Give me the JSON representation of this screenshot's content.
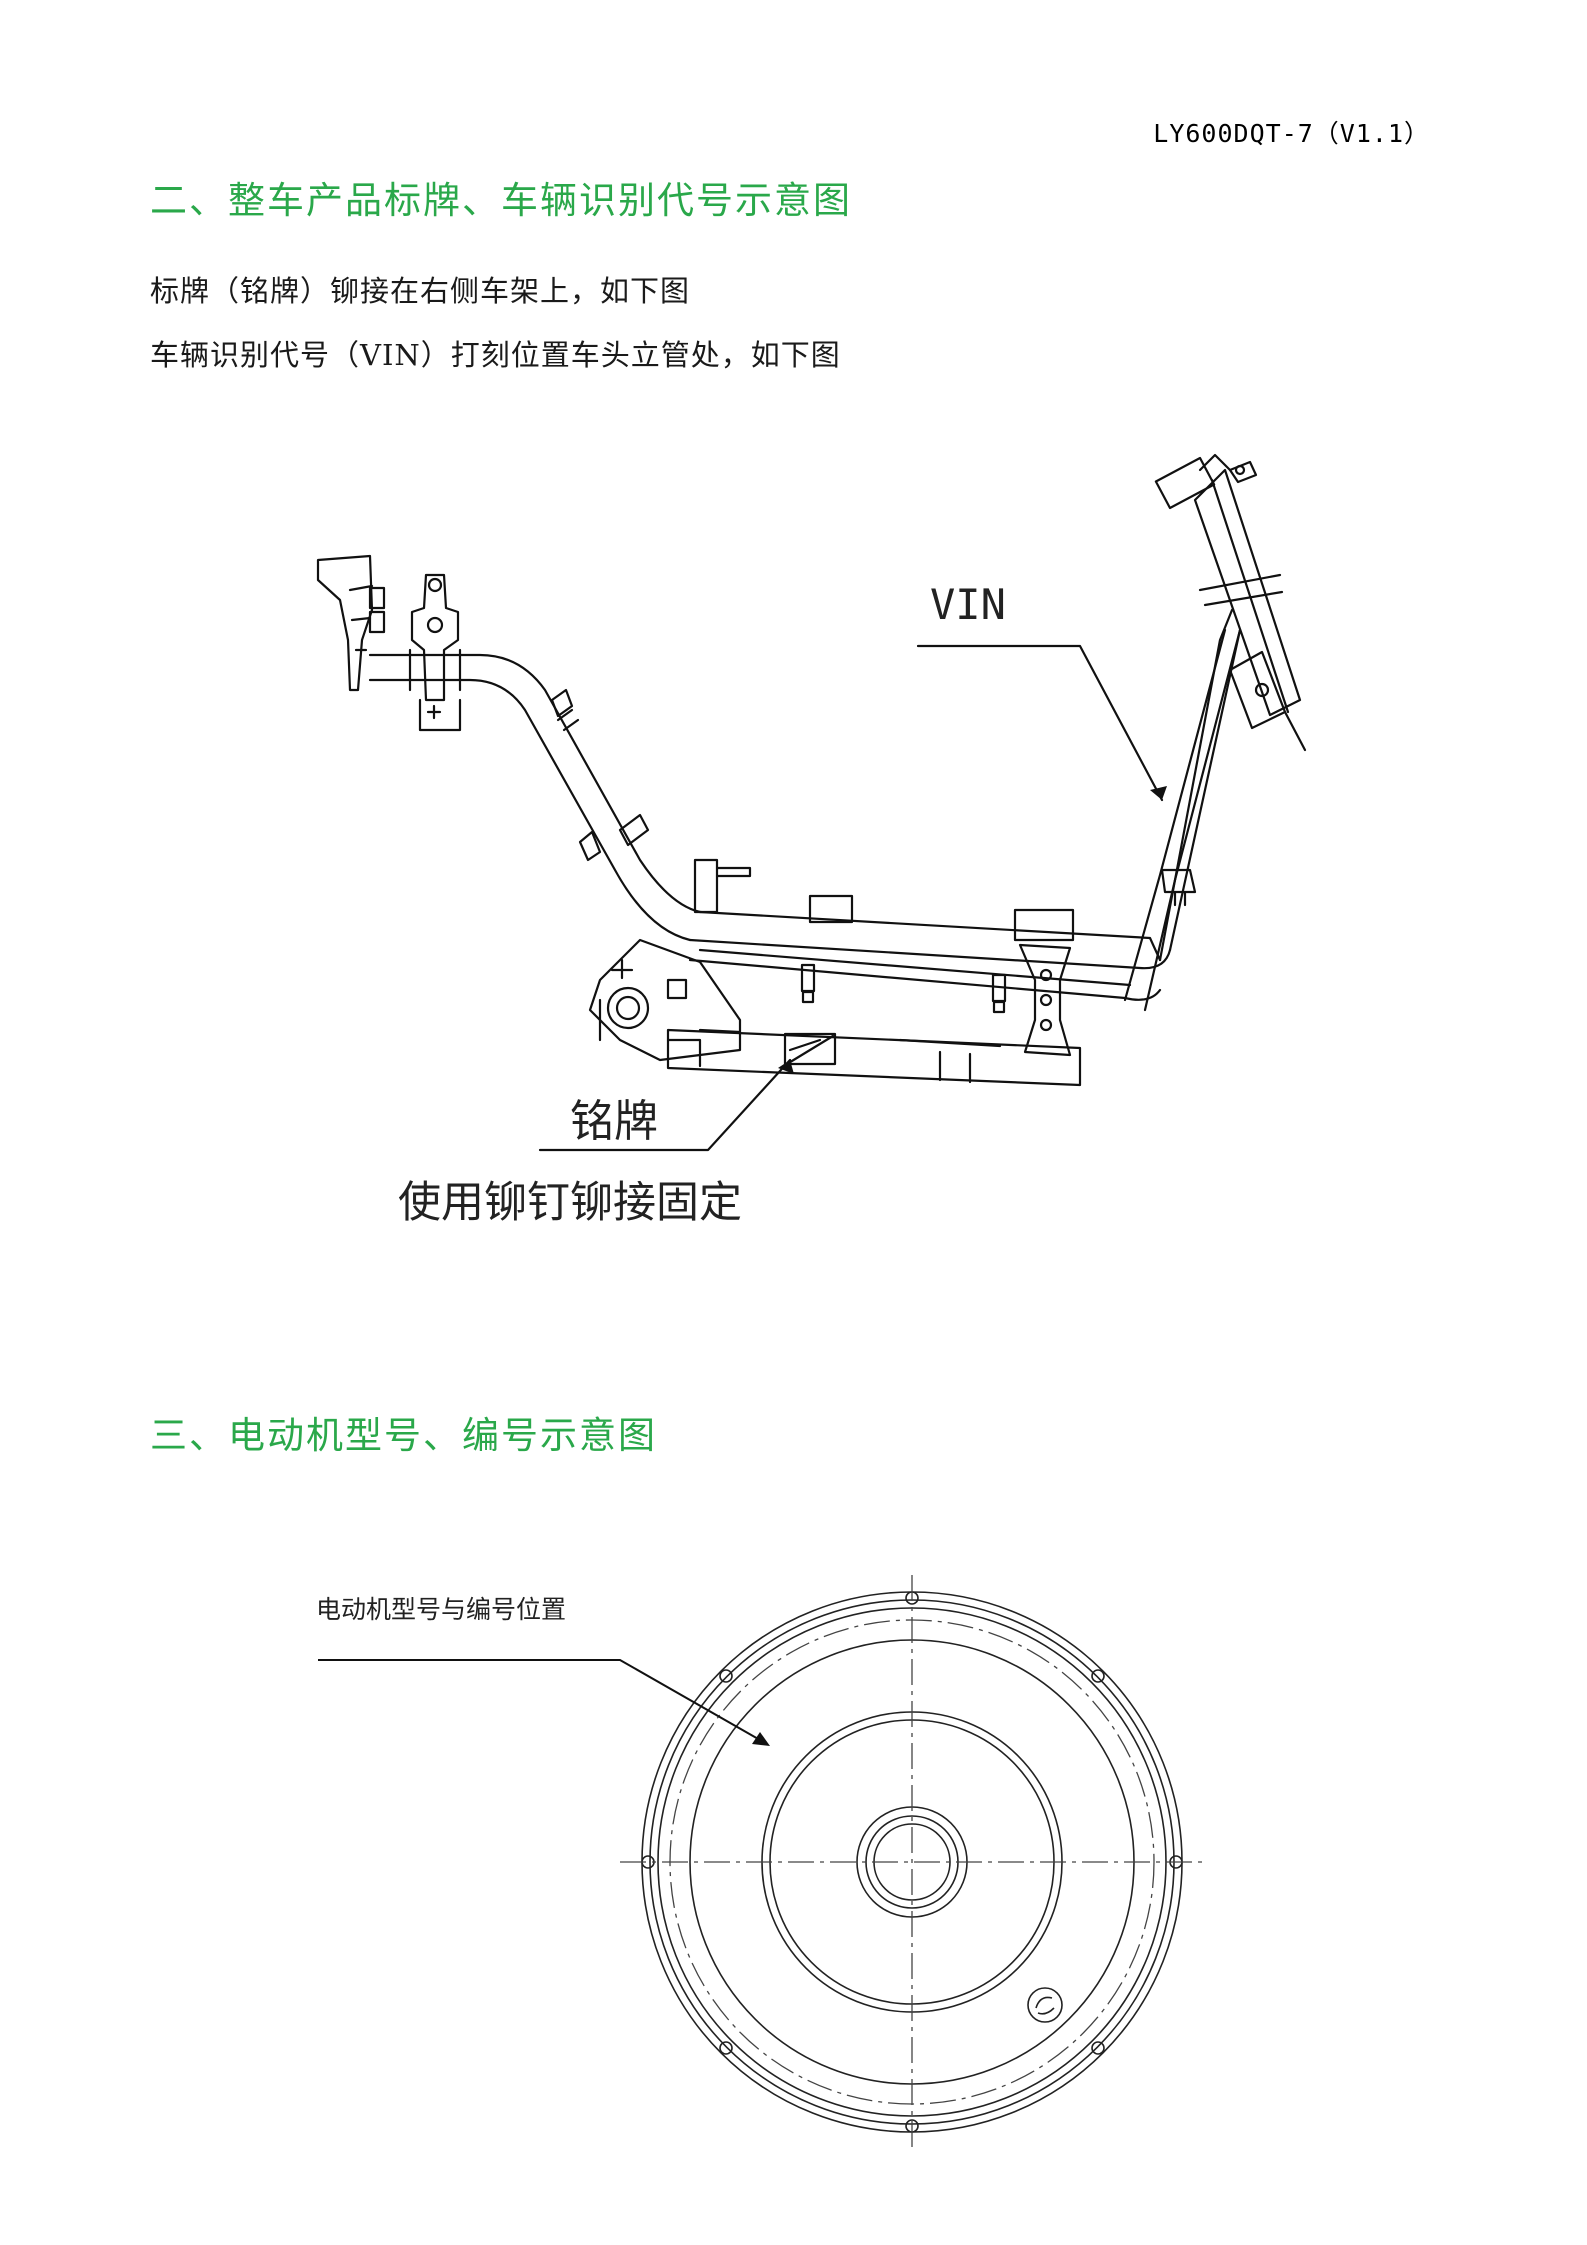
{
  "header": {
    "doc_code": "LY600DQT-7（V1.1）"
  },
  "section2": {
    "heading": "二、整车产品标牌、车辆识别代号示意图",
    "line1": "标牌（铭牌）铆接在右侧车架上，如下图",
    "line2": "车辆识别代号（VIN）打刻位置车头立管处，如下图",
    "figure": {
      "vin_label": "VIN",
      "nameplate_label": "铭牌",
      "nameplate_note": "使用铆钉铆接固定"
    }
  },
  "section3": {
    "heading": "三、电动机型号、编号示意图",
    "figure": {
      "position_label": "电动机型号与编号位置"
    }
  }
}
